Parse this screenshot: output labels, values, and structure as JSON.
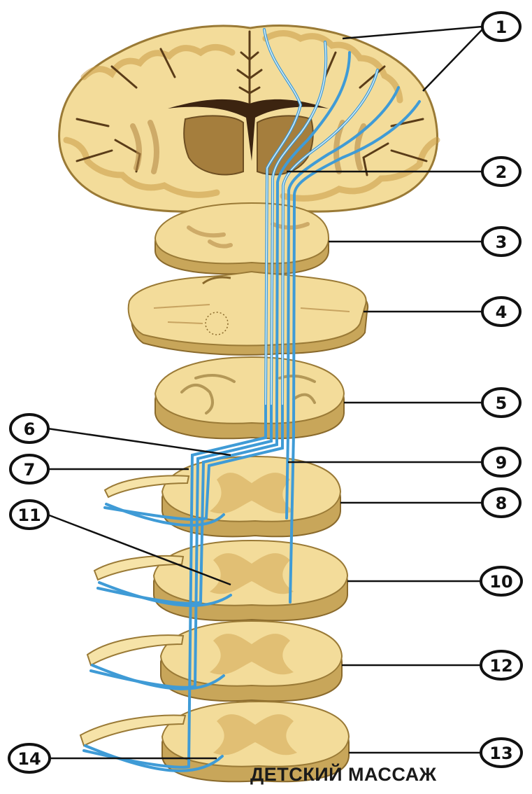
{
  "callouts": [
    "1",
    "2",
    "3",
    "4",
    "5",
    "6",
    "7",
    "8",
    "9",
    "10",
    "11",
    "12",
    "13",
    "14"
  ],
  "watermark": {
    "line1": "ДЕТСКИЙ МАССАЖ"
  },
  "colors": {
    "tissue": "#f3dc9a",
    "tissue_edge": "#9a7a36",
    "cortex": "#e3bf70",
    "deep_nucleus": "#a57e3d",
    "ventricle": "#3c2410",
    "pathway": "#3f9bd6",
    "pathway_light": "#d8eff9"
  }
}
